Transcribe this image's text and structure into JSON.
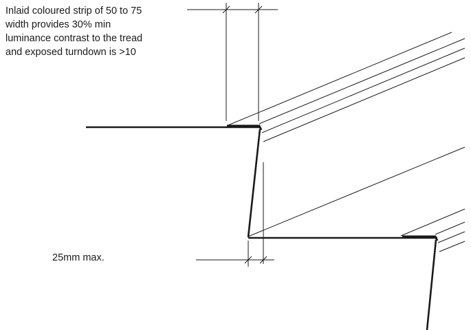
{
  "annotations": {
    "strip_note_lines": [
      "Inlaid coloured strip of 50 to 75",
      "width provides 30% min",
      "luminance contrast to the tread",
      "and exposed turndown is >10"
    ],
    "max_dimension": "25mm max."
  },
  "colors": {
    "line": "#1a1a1a",
    "background": "#ffffff"
  }
}
